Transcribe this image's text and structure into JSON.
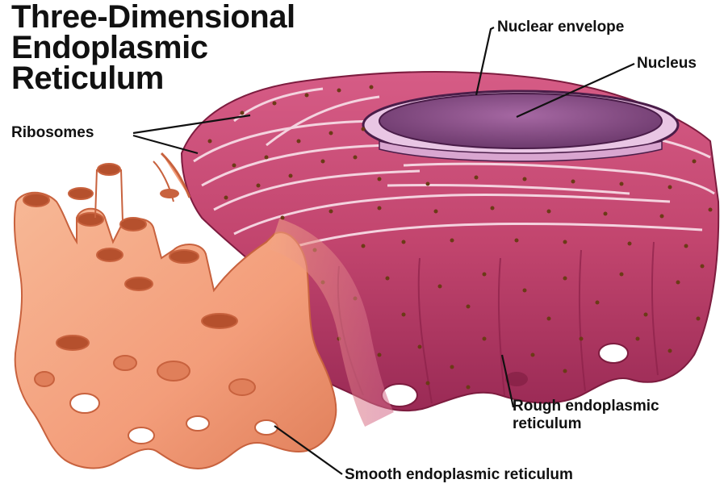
{
  "title": {
    "line1": "Three-Dimensional",
    "line2": "Endoplasmic",
    "line3": "Reticulum"
  },
  "labels": {
    "nuclear_envelope": "Nuclear envelope",
    "nucleus": "Nucleus",
    "ribosomes": "Ribosomes",
    "rough_er_line1": "Rough endoplasmic",
    "rough_er_line2": "reticulum",
    "smooth_er": "Smooth endoplasmic reticulum"
  },
  "colors": {
    "rough_er": "#c2456e",
    "rough_er_dark": "#7d1c3f",
    "nucleus": "#8e4f8c",
    "smooth_er": "#f39d7a",
    "smooth_er_dark": "#c8623e",
    "ribosome": "#6b3a16"
  }
}
